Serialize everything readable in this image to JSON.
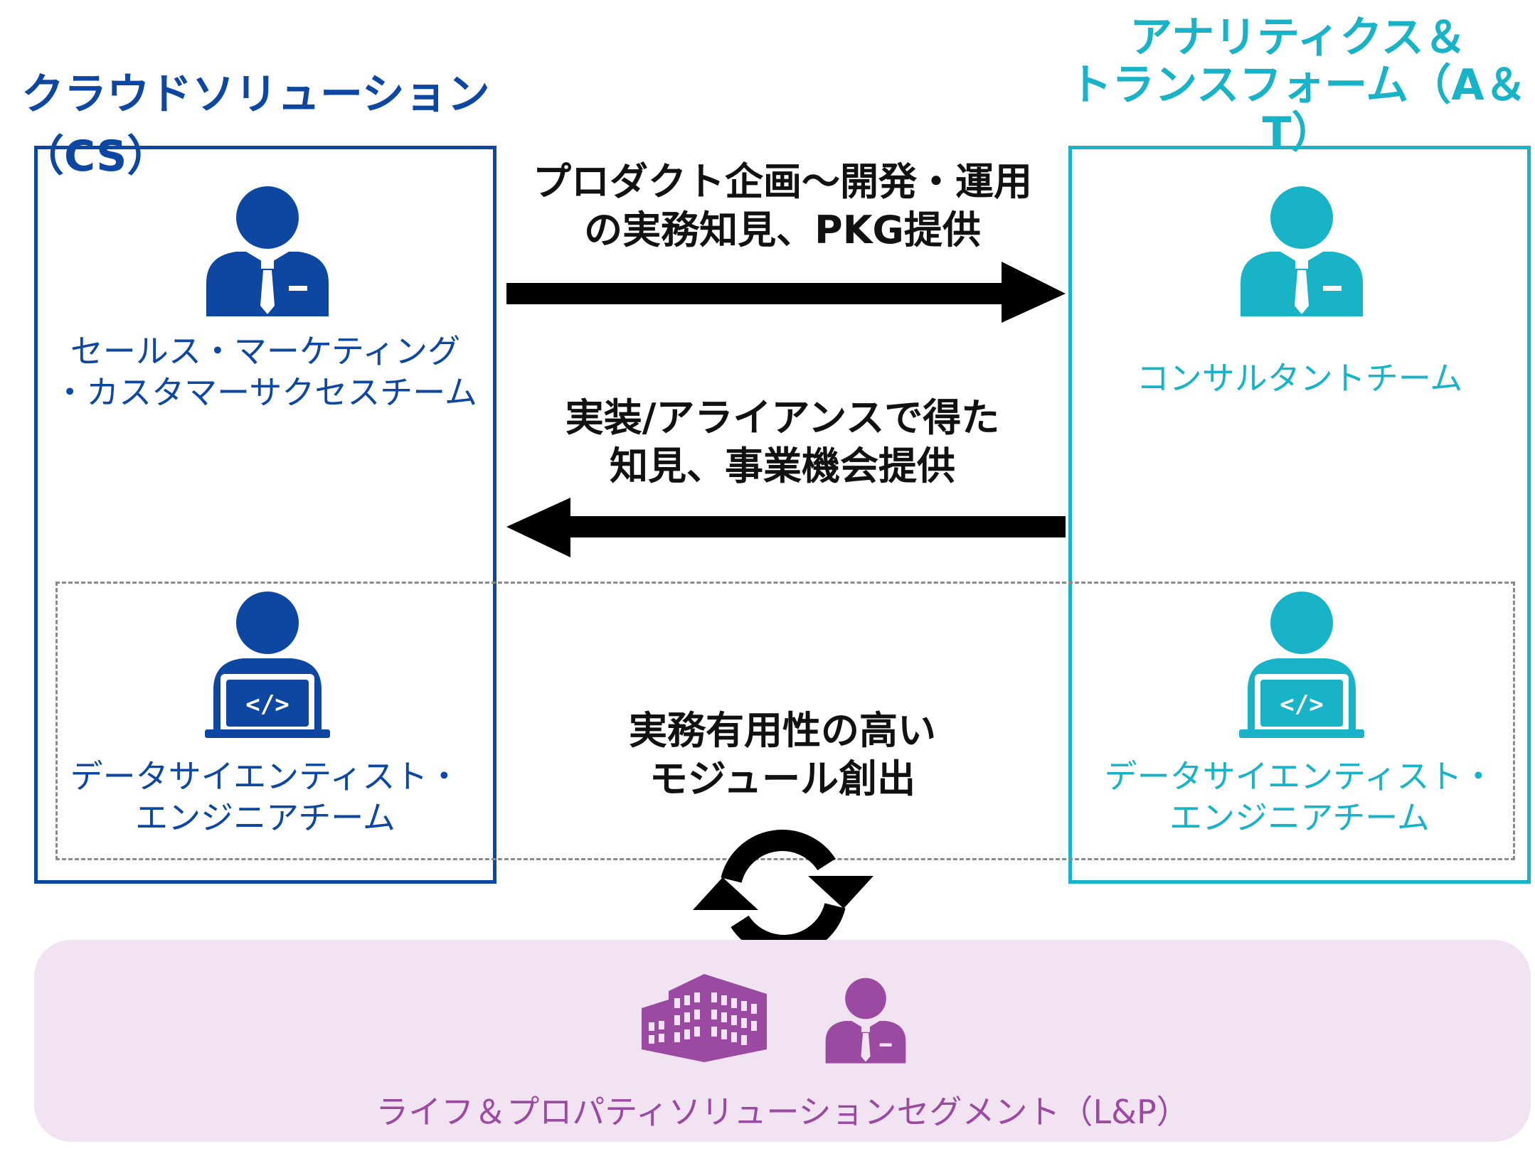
{
  "colors": {
    "cs": "#0d47a1",
    "at": "#19b3c8",
    "lp": "#9a4aa0",
    "lp_bg": "#f1e3f2",
    "arrow": "#000000",
    "dashed": "#8a8a8a"
  },
  "cs": {
    "title": "クラウドソリューション（CS）",
    "team1": "セールス・マーケティング\n・カスタマーサクセスチーム",
    "team2": "データサイエンティスト・\nエンジニアチーム",
    "icon1": "business-person-icon",
    "icon2": "developer-laptop-icon"
  },
  "at": {
    "title": "アナリティクス＆\nトランスフォーム（A＆T）",
    "team1": "コンサルタントチーム",
    "team2": "データサイエンティスト・\nエンジニアチーム",
    "icon1": "business-person-icon",
    "icon2": "developer-laptop-icon"
  },
  "flows": {
    "to_at": "プロダクト企画〜開発・運用\nの実務知見、PKG提供",
    "to_cs": "実装/アライアンスで得た\n知見、事業機会提供",
    "cycle": "実務有用性の高い\nモジュール創出"
  },
  "lp": {
    "label": "ライフ＆プロパティソリューションセグメント（L&P）",
    "icons": [
      "building-icon",
      "business-person-icon"
    ]
  },
  "cycle_icon": "refresh-cycle-icon"
}
